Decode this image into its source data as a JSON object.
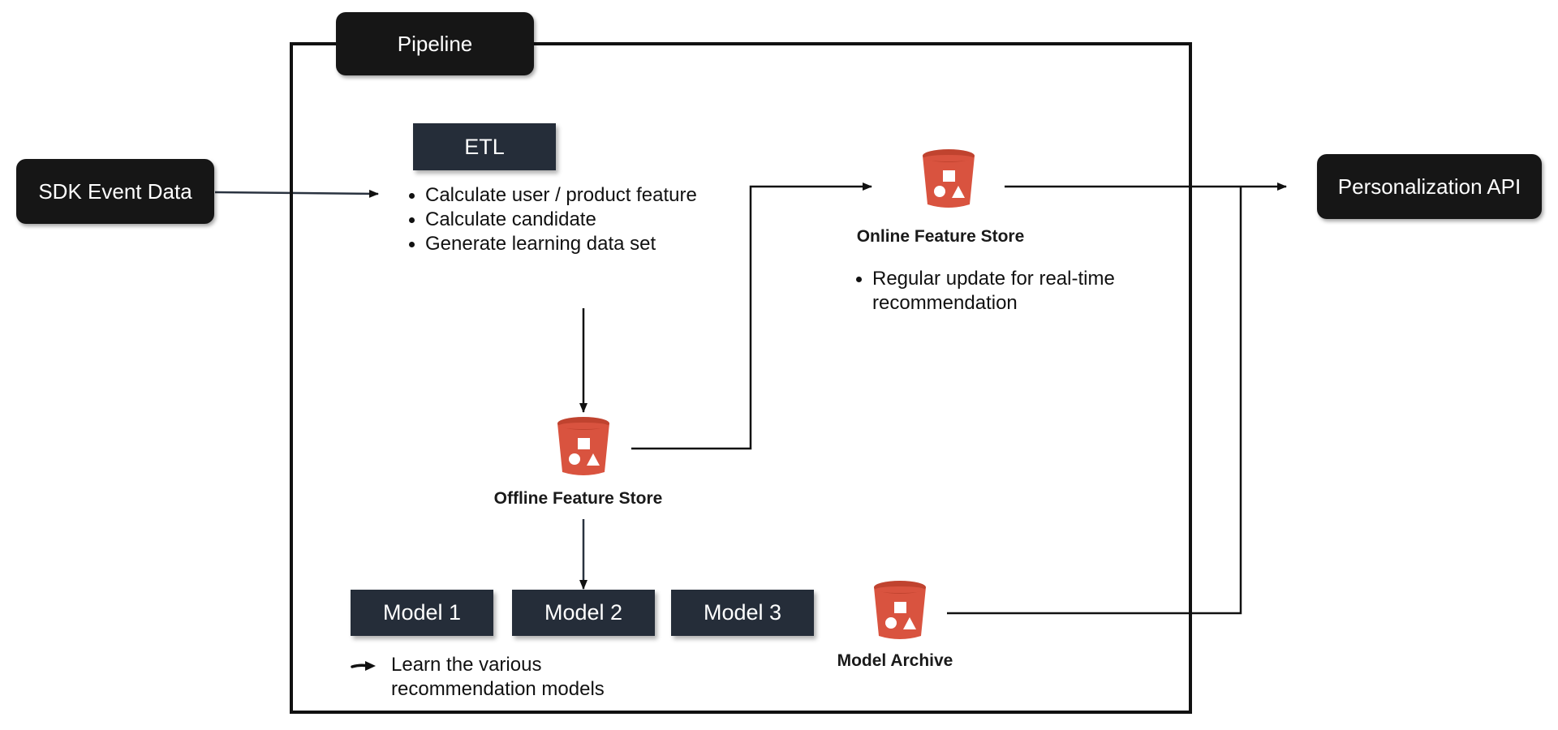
{
  "pipeline": {
    "label": "Pipeline"
  },
  "sdk": {
    "label": "SDK Event Data"
  },
  "api": {
    "label": "Personalization API"
  },
  "etl": {
    "label": "ETL",
    "bullets": [
      "Calculate user / product feature",
      "Calculate candidate",
      "Generate learning data set"
    ]
  },
  "offline_store": {
    "label": "Offline Feature Store",
    "icon": "bucket-icon"
  },
  "online_store": {
    "label": "Online Feature Store",
    "icon": "bucket-icon",
    "bullets": [
      "Regular update for real-time recommendation"
    ]
  },
  "models": [
    {
      "label": "Model 1"
    },
    {
      "label": "Model 2"
    },
    {
      "label": "Model 3"
    }
  ],
  "models_note": {
    "text": "Learn the various recommendation models",
    "icon": "arrow-right-icon"
  },
  "model_archive": {
    "label": "Model Archive",
    "icon": "bucket-icon"
  },
  "colors": {
    "dark_box": "#161616",
    "model_box": "#252d39",
    "bucket_red": "#d9533f",
    "line": "#111111"
  }
}
